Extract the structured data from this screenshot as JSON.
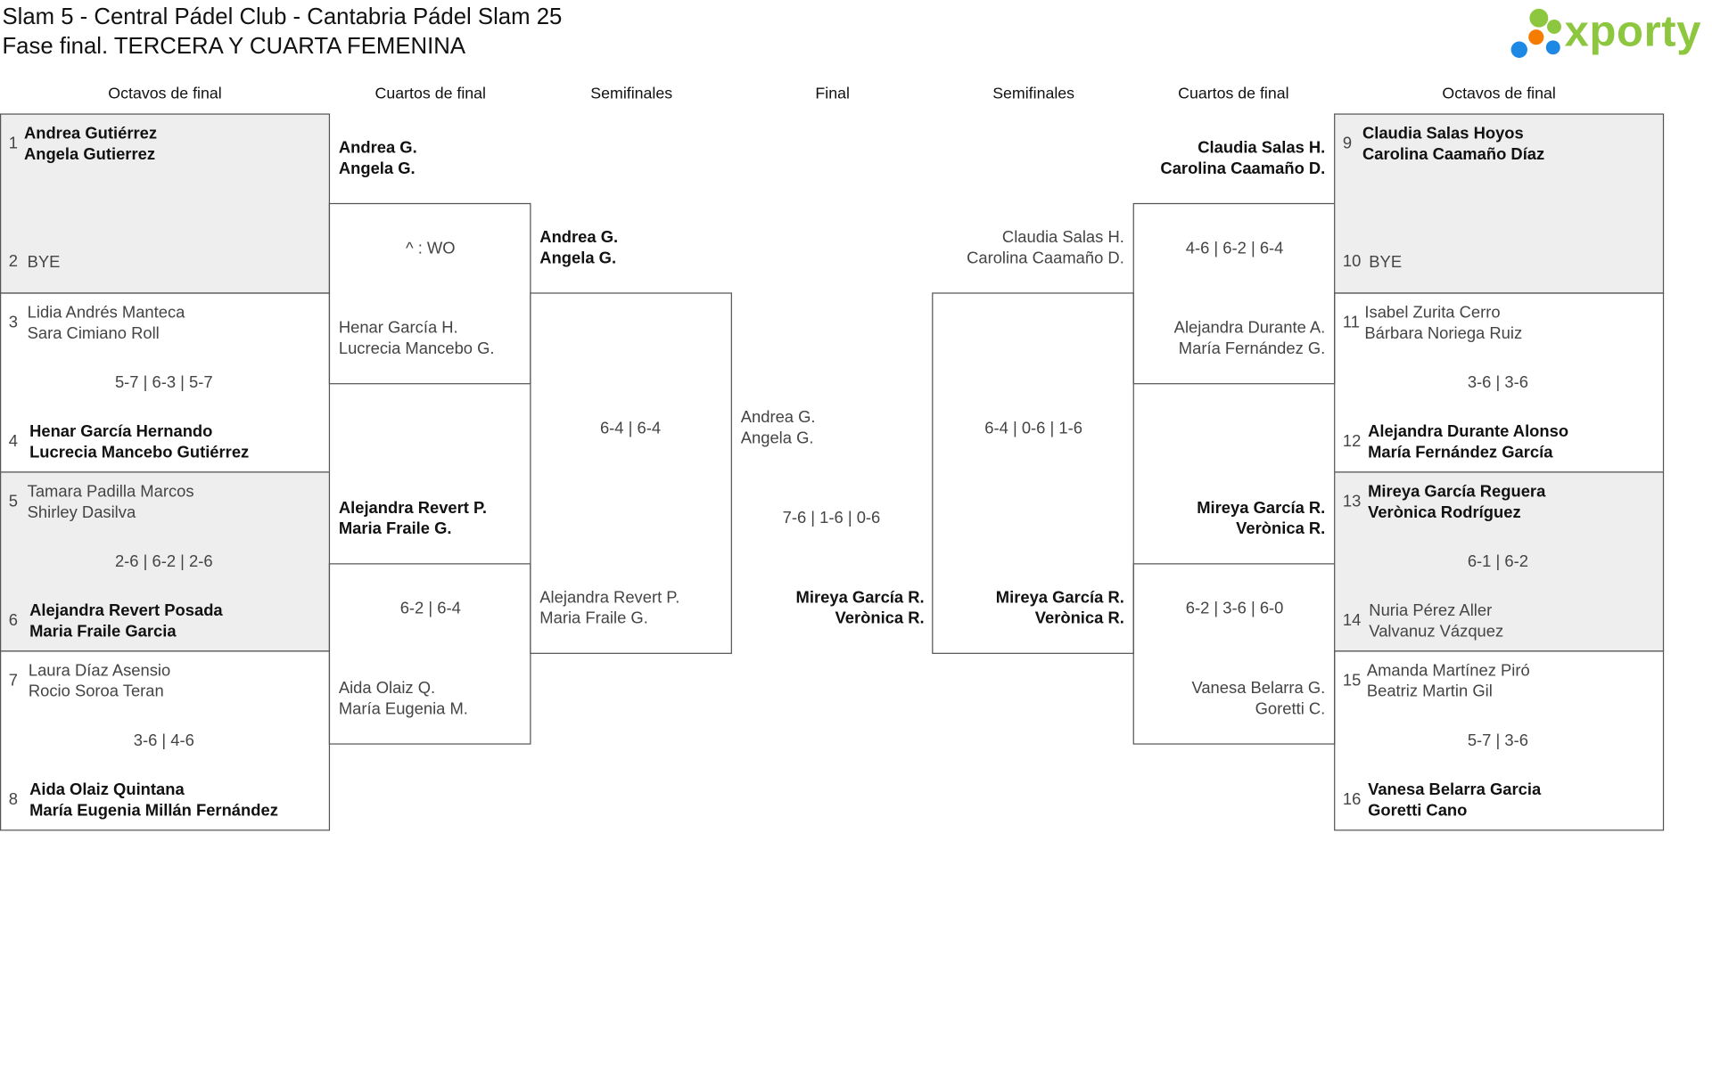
{
  "title": {
    "line1": "Slam 5 - Central Pádel Club - Cantabria Pádel Slam 25",
    "line2": "Fase final. TERCERA Y CUARTA FEMENINA"
  },
  "logo": {
    "text": "xporty",
    "colors": [
      "#1e88e5",
      "#f57c00",
      "#8dc63f"
    ]
  },
  "headers": {
    "l_oct": "Octavos de final",
    "l_cua": "Cuartos de final",
    "l_semi": "Semifinales",
    "final": "Final",
    "r_semi": "Semifinales",
    "r_cua": "Cuartos de final",
    "r_oct": "Octavos de final"
  },
  "left_r16": [
    {
      "n1": "1",
      "p1": [
        "Andrea Gutiérrez",
        "Angela Gutierrez"
      ],
      "n2": "2",
      "p2": [
        "BYE",
        ""
      ],
      "score": ""
    },
    {
      "n1": "3",
      "p1": [
        "Lidia Andrés Manteca",
        "Sara Cimiano Roll"
      ],
      "n2": "4",
      "p2": [
        "Henar García Hernando",
        "Lucrecia Mancebo Gutiérrez"
      ],
      "score": "5-7 | 6-3 | 5-7"
    },
    {
      "n1": "5",
      "p1": [
        "Tamara Padilla Marcos",
        "Shirley Dasilva"
      ],
      "n2": "6",
      "p2": [
        "Alejandra Revert Posada",
        "Maria Fraile Garcia"
      ],
      "score": "2-6 | 6-2 | 2-6"
    },
    {
      "n1": "7",
      "p1": [
        "Laura Díaz Asensio",
        "Rocio Soroa Teran"
      ],
      "n2": "8",
      "p2": [
        "Aida Olaiz Quintana",
        "María Eugenia Millán Fernández"
      ],
      "score": "3-6 | 4-6"
    }
  ],
  "right_r16": [
    {
      "n1": "9",
      "p1": [
        "Claudia Salas Hoyos",
        "Carolina Caamaño Díaz"
      ],
      "n2": "10",
      "p2": [
        "BYE",
        ""
      ],
      "score": ""
    },
    {
      "n1": "11",
      "p1": [
        "Isabel Zurita Cerro",
        "Bárbara Noriega Ruiz"
      ],
      "n2": "12",
      "p2": [
        "Alejandra Durante Alonso",
        "María Fernández García"
      ],
      "score": "3-6 | 3-6"
    },
    {
      "n1": "13",
      "p1": [
        "Mireya García Reguera",
        "Verònica Rodríguez"
      ],
      "n2": "14",
      "p2": [
        "Nuria Pérez Aller",
        "Valvanuz Vázquez"
      ],
      "score": "6-1 | 6-2"
    },
    {
      "n1": "15",
      "p1": [
        "Amanda Martínez Piró",
        "Beatriz Martin Gil"
      ],
      "n2": "16",
      "p2": [
        "Vanesa Belarra Garcia",
        "Goretti Cano"
      ],
      "score": "5-7 | 3-6"
    }
  ],
  "left_qf": [
    {
      "t1": [
        "Andrea G.",
        "Angela G."
      ],
      "score": "^ : WO",
      "t2": [
        "Henar García H.",
        "Lucrecia Mancebo G."
      ]
    },
    {
      "t1": [
        "Alejandra Revert P.",
        "Maria Fraile G."
      ],
      "score": "6-2 | 6-4",
      "t2": [
        "Aida Olaiz Q.",
        "María Eugenia M."
      ]
    }
  ],
  "right_qf": [
    {
      "t1": [
        "Claudia Salas H.",
        "Carolina Caamaño D."
      ],
      "score": "4-6 | 6-2 | 6-4",
      "t2": [
        "Alejandra Durante A.",
        "María Fernández G."
      ]
    },
    {
      "t1": [
        "Mireya García R.",
        "Verònica R."
      ],
      "score": "6-2 | 3-6 | 6-0",
      "t2": [
        "Vanesa Belarra G.",
        "Goretti C."
      ]
    }
  ],
  "left_sf": {
    "t1": [
      "Andrea G.",
      "Angela G."
    ],
    "score": "6-4 | 6-4",
    "t2": [
      "Alejandra Revert P.",
      "Maria Fraile G."
    ]
  },
  "right_sf": {
    "t1": [
      "Claudia Salas H.",
      "Carolina Caamaño D."
    ],
    "score": "6-4 | 0-6 | 1-6",
    "t2": [
      "Mireya García R.",
      "Verònica R."
    ]
  },
  "final": {
    "t1": [
      "Andrea G.",
      "Angela G."
    ],
    "score": "7-6 | 1-6 | 0-6",
    "t2": [
      "Mireya García R.",
      "Verònica R."
    ]
  }
}
